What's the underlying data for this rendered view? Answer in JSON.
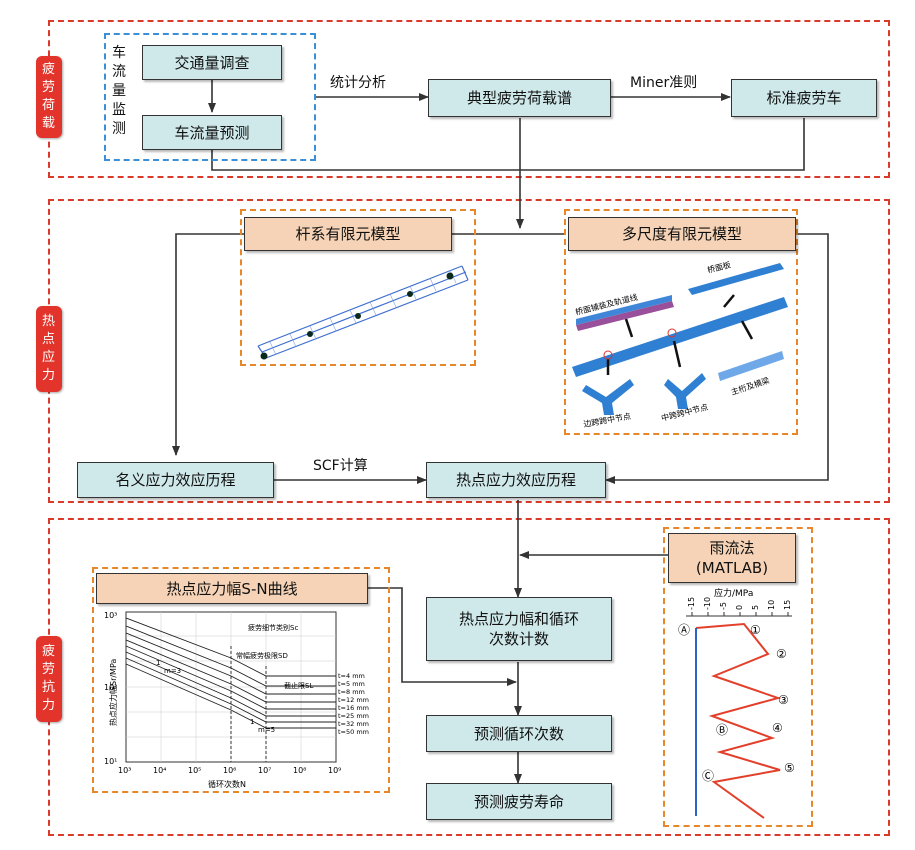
{
  "sections": {
    "load": {
      "label": [
        "疲",
        "劳",
        "荷",
        "载"
      ]
    },
    "stress": {
      "label": [
        "热",
        "点",
        "应",
        "力"
      ]
    },
    "resistance": {
      "label": [
        "疲",
        "劳",
        "抗",
        "力"
      ]
    }
  },
  "monitoring": {
    "label": [
      "车",
      "流",
      "量",
      "监",
      "测"
    ]
  },
  "boxes": {
    "traffic_survey": "交通量调查",
    "traffic_forecast": "车流量预测",
    "fatigue_spectrum": "典型疲劳荷载谱",
    "standard_truck": "标准疲劳车",
    "frame_model": "杆系有限元模型",
    "multiscale_model": "多尺度有限元模型",
    "nominal_history": "名义应力效应历程",
    "hotspot_history": "热点应力效应历程",
    "sn_curve": "热点应力幅S-N曲线",
    "rainflow": "雨流法\n(MATLAB)",
    "range_count": "热点应力幅和循环\n次数计数",
    "predict_cycles": "预测循环次数",
    "predict_life": "预测疲劳寿命"
  },
  "edge_labels": {
    "statistics": "统计分析",
    "miner": "Miner准则",
    "scf": "SCF计算"
  },
  "multiscale_labels": {
    "deck_plate": "桥面板",
    "deck_beam": "桥面铺装及轨道线",
    "main_truss": "主桁及横梁",
    "side_node": "边跨跨中节点",
    "mid_node": "中跨跨中节点"
  },
  "sn_chart": {
    "ylabel": "热点应力幅Sr/MPa",
    "xlabel": "循环次数N",
    "y_ticks": [
      "10³",
      "10²",
      "10¹"
    ],
    "x_ticks": [
      "10³",
      "10⁴",
      "10⁵",
      "10⁶",
      "10⁷",
      "10⁸",
      "10⁹"
    ],
    "annotations": [
      "疲劳细节类别Sc",
      "常幅疲劳极限SD",
      "截止限SL"
    ],
    "slope_labels": [
      "1",
      "m=3",
      "1",
      "m=5"
    ],
    "thickness": [
      "t=4 mm",
      "t=5 mm",
      "t=8 mm",
      "t=12 mm",
      "t=16 mm",
      "t=25 mm",
      "t=32 mm",
      "t=50 mm"
    ]
  },
  "rainflow_chart": {
    "axis_label": "应力/MPa",
    "ticks": [
      "-15",
      "-10",
      "-5",
      "0",
      "5",
      "10",
      "15"
    ],
    "points": [
      "Ⓐ",
      "①",
      "②",
      "③",
      "④",
      "⑤",
      "Ⓑ",
      "Ⓒ"
    ]
  },
  "colors": {
    "section_border": "#d93a2b",
    "tag": "#e3342b",
    "box": "#cfe8ea",
    "orange_box": "#f6d3b6",
    "orange_dash": "#e8862a",
    "blue_dash": "#3b8fd6",
    "model_blue": "#2f7fd3"
  }
}
